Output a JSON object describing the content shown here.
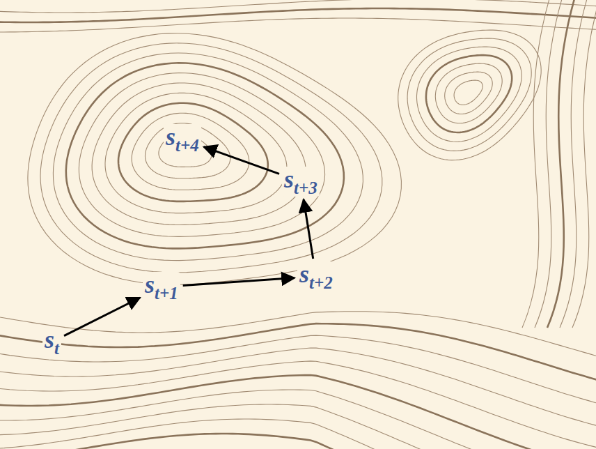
{
  "diagram": {
    "nodes": [
      {
        "text": [
          "s",
          "t"
        ]
      },
      {
        "text": [
          "s",
          "t+1"
        ]
      },
      {
        "text": [
          "s",
          "t+2"
        ]
      },
      {
        "text": [
          "s",
          "t+3"
        ]
      },
      {
        "text": [
          "s",
          "t+4"
        ]
      }
    ],
    "edges": [
      {
        "from": 0,
        "to": 1,
        "arrow": "to"
      },
      {
        "from": 1,
        "to": 2,
        "arrow": "to"
      },
      {
        "from": 2,
        "to": 3,
        "arrow": "to"
      },
      {
        "from": 3,
        "to": 4,
        "arrow": "to"
      }
    ]
  }
}
